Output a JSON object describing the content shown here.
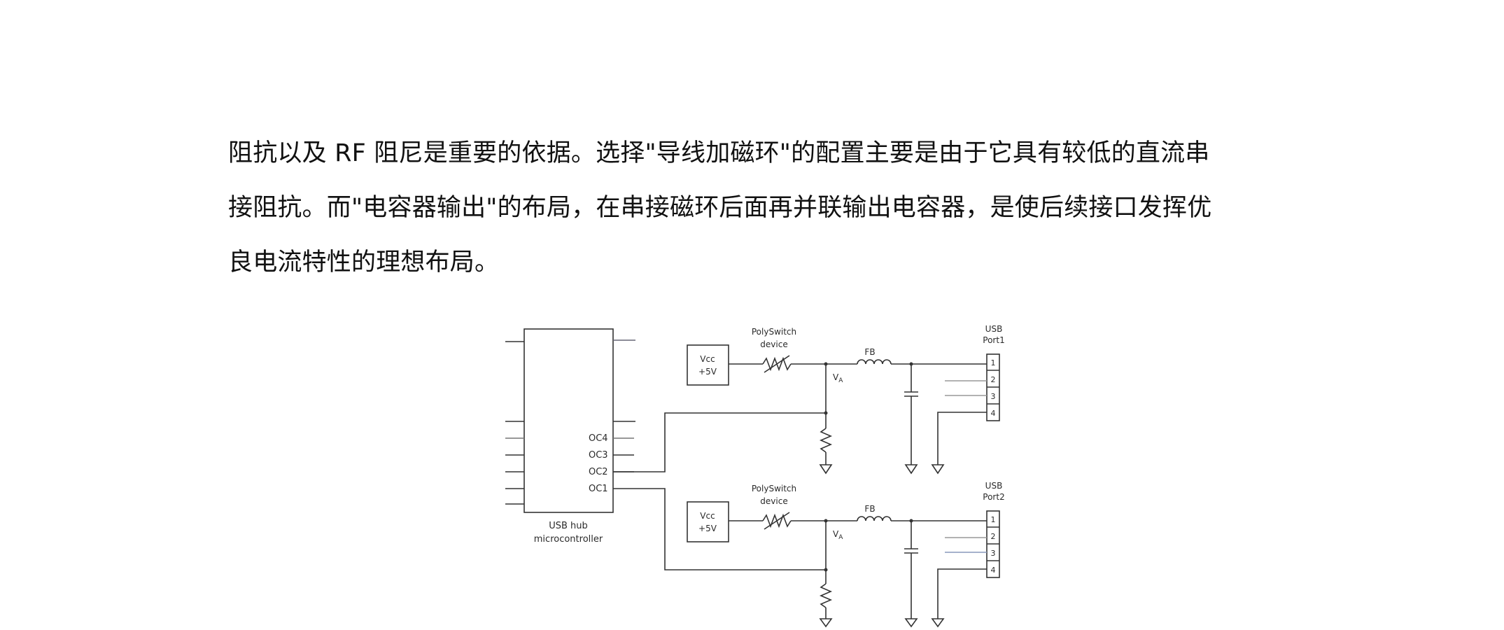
{
  "document": {
    "paragraph_lines": [
      "阻抗以及 RF 阻尼是重要的依据。选择\"导线加磁环\"的配置主要是由于它具有较低的直流串",
      "接阻抗。而\"电容器输出\"的布局，在串接磁环后面再并联输出电容器，是使后续接口发挥优",
      "良电流特性的理想布局。"
    ]
  },
  "circuit": {
    "mcu": {
      "label_line1": "USB hub",
      "label_line2": "microcontroller",
      "pins": [
        "OC4",
        "OC3",
        "OC2",
        "OC1"
      ]
    },
    "channels": [
      {
        "vcc_line1": "Vcc",
        "vcc_line2": "+5V",
        "polyswitch_line1": "PolySwitch",
        "polyswitch_line2": "device",
        "fb_label": "FB",
        "node_label": "V",
        "node_sub": "A",
        "port_line1": "USB",
        "port_line2": "Port1",
        "port_pins": [
          "1",
          "2",
          "3",
          "4"
        ]
      },
      {
        "vcc_line1": "Vcc",
        "vcc_line2": "+5V",
        "polyswitch_line1": "PolySwitch",
        "polyswitch_line2": "device",
        "fb_label": "FB",
        "node_label": "V",
        "node_sub": "A",
        "port_line1": "USB",
        "port_line2": "Port2",
        "port_pins": [
          "1",
          "2",
          "3",
          "4"
        ]
      }
    ]
  }
}
